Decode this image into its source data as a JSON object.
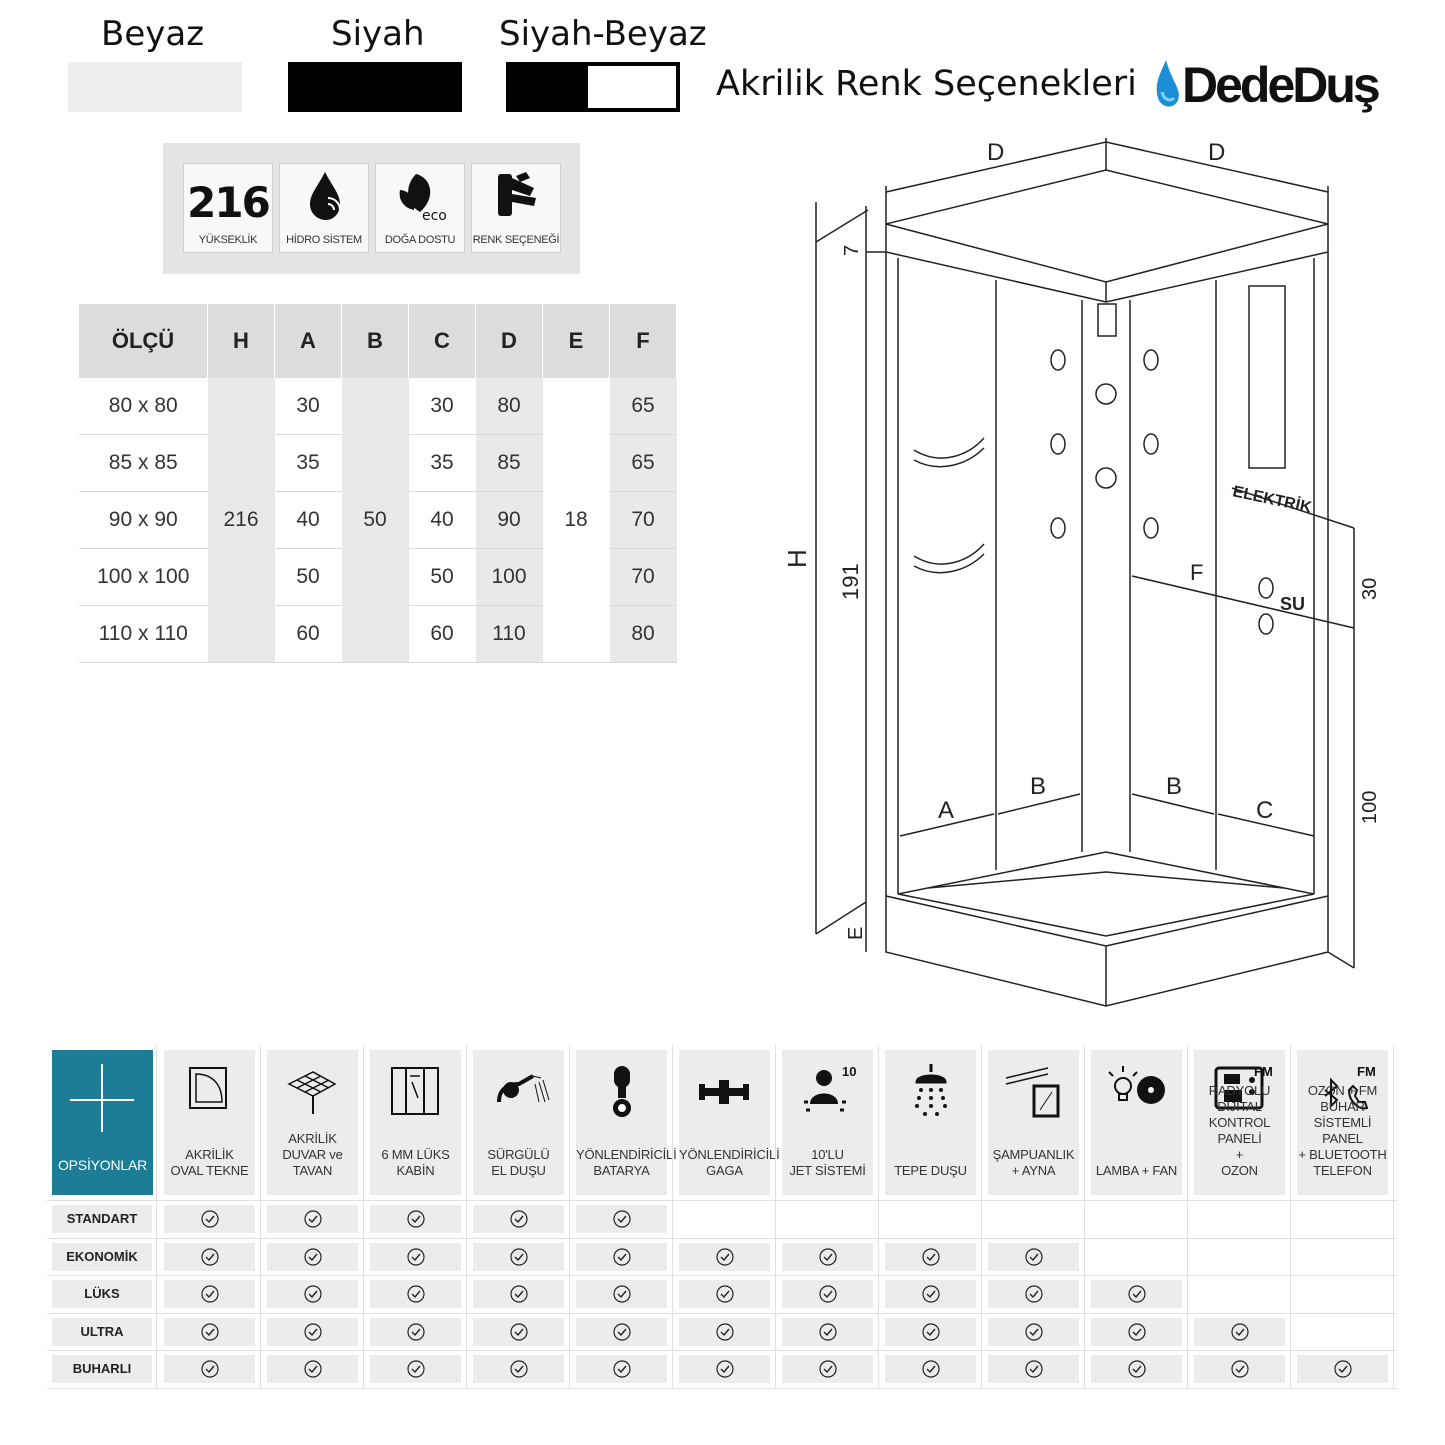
{
  "colors": {
    "options": [
      {
        "label": "Beyaz",
        "swatch": "#f0f0f0"
      },
      {
        "label": "Siyah",
        "swatch": "#000000"
      },
      {
        "label": "Siyah-Beyaz",
        "swatch": "split"
      }
    ],
    "title": "Akrilik Renk Seçenekleri"
  },
  "brand": {
    "name": "DedeDuş",
    "accent": "#1a8fd6"
  },
  "features": [
    {
      "icon": "height-number",
      "value": "216",
      "caption": "YÜKSEKLİK"
    },
    {
      "icon": "water-drop-icon",
      "caption": "HİDRO SİSTEM"
    },
    {
      "icon": "eco-leaf-icon",
      "eco": "eco",
      "caption": "DOĞA DOSTU"
    },
    {
      "icon": "color-palette-icon",
      "caption": "RENK SEÇENEĞİ"
    }
  ],
  "dimension_table": {
    "headers": [
      "ÖLÇÜ",
      "H",
      "A",
      "B",
      "C",
      "D",
      "E",
      "F"
    ],
    "rows": [
      {
        "size": "80 x 80",
        "A": "30",
        "C": "30",
        "D": "80",
        "F": "65"
      },
      {
        "size": "85 x 85",
        "A": "35",
        "C": "35",
        "D": "85",
        "F": "65"
      },
      {
        "size": "90 x 90",
        "A": "40",
        "C": "40",
        "D": "90",
        "F": "70"
      },
      {
        "size": "100 x 100",
        "A": "50",
        "C": "50",
        "D": "100",
        "F": "70"
      },
      {
        "size": "110 x 110",
        "A": "60",
        "C": "60",
        "D": "110",
        "F": "80"
      }
    ],
    "H": "216",
    "B": "50",
    "E": "18"
  },
  "diagram": {
    "labels": {
      "d_left": "D",
      "d_right": "D",
      "h": "H",
      "seven": "7",
      "h191": "191",
      "e": "E",
      "a": "A",
      "b_left": "B",
      "b_right": "B",
      "c": "C",
      "f": "F",
      "su": "SU",
      "thirty": "30",
      "hundred": "100",
      "elektrik": "ELEKTRİK"
    }
  },
  "options": {
    "corner_label": "OPSİYONLAR",
    "columns": [
      {
        "icon": "oval-tray-icon",
        "label": [
          "AKRİLİK",
          "OVAL TEKNE"
        ]
      },
      {
        "icon": "antenna-roof-icon",
        "label": [
          "AKRİLİK",
          "DUVAR ve",
          "TAVAN"
        ]
      },
      {
        "icon": "glass-cabin-icon",
        "label": [
          "6 MM LÜKS",
          "KABİN"
        ]
      },
      {
        "icon": "hand-shower-icon",
        "label": [
          "SÜRGÜLÜ",
          "EL DUŞU"
        ]
      },
      {
        "icon": "diverter-faucet-icon",
        "label": [
          "YÖNLENDİRİCİLİ",
          "BATARYA"
        ]
      },
      {
        "icon": "spout-icon",
        "label": [
          "YÖNLENDİRİCİLİ",
          "GAGA"
        ]
      },
      {
        "icon": "jet-person-icon",
        "badge": "10",
        "label": [
          "10'LU",
          "JET SİSTEMİ"
        ]
      },
      {
        "icon": "rain-shower-icon",
        "label": [
          "TEPE DUŞU"
        ]
      },
      {
        "icon": "shelf-mirror-icon",
        "label": [
          "ŞAMPUANLIK",
          "+ AYNA"
        ]
      },
      {
        "icon": "lamp-fan-icon",
        "label": [
          "LAMBA + FAN"
        ]
      },
      {
        "icon": "radio-panel-icon",
        "badge": "FM",
        "label": [
          "RADYOLU",
          "DİJİTAL",
          "KONTROL PANELİ",
          "+",
          "OZON"
        ]
      },
      {
        "icon": "bluetooth-phone-icon",
        "badge": "FM",
        "label": [
          "OZON + FM",
          "BUHAR SİSTEMLİ",
          "PANEL",
          "+ BLUETOOTH",
          "TELEFON"
        ]
      }
    ],
    "rows": [
      {
        "name": "STANDART",
        "count": 5
      },
      {
        "name": "EKONOMİK",
        "count": 9
      },
      {
        "name": "LÜKS",
        "count": 10
      },
      {
        "name": "ULTRA",
        "count": 11
      },
      {
        "name": "BUHARLI",
        "count": 12
      }
    ]
  }
}
